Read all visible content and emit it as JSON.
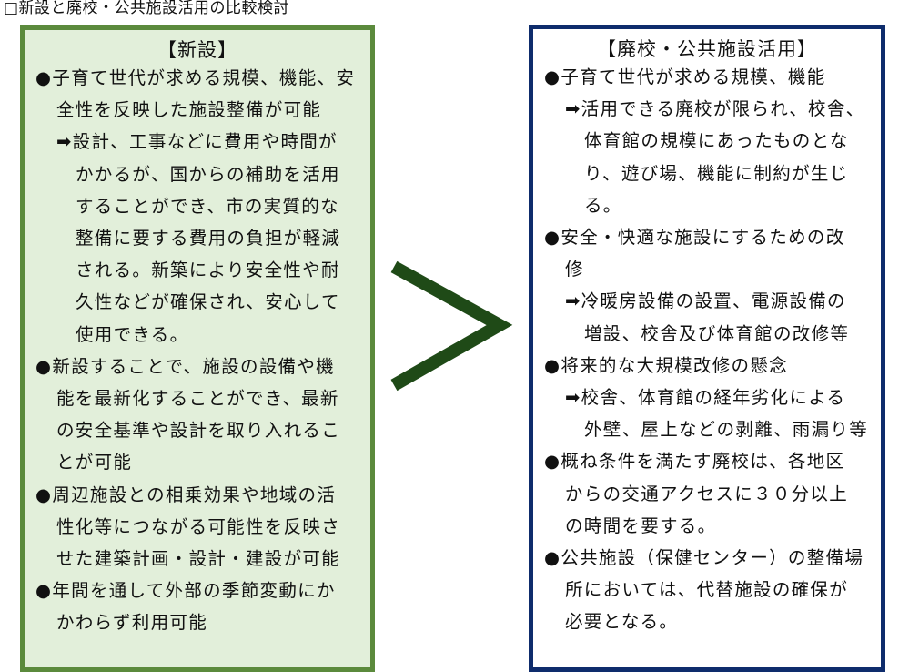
{
  "title": "□新設と廃校・公共施設活用の比較検討",
  "colors": {
    "left_border": "#5b8a3c",
    "left_bg": "#e2efda",
    "right_border": "#0e2c6c",
    "chevron": "#1f4a17"
  },
  "comparison_symbol": ">",
  "left": {
    "header": "【新設】",
    "lines": [
      {
        "t": "●子育て世代が求める規模、機能、安",
        "k": 0
      },
      {
        "t": "全性を反映した施設整備が可能",
        "k": 1
      },
      {
        "t": "➡設計、工事などに費用や時間が",
        "k": 2
      },
      {
        "t": "かかるが、国からの補助を活用",
        "k": 3
      },
      {
        "t": "することができ、市の実質的な",
        "k": 3
      },
      {
        "t": "整備に要する費用の負担が軽減",
        "k": 3
      },
      {
        "t": "される。新築により安全性や耐",
        "k": 3
      },
      {
        "t": "久性などが確保され、安心して",
        "k": 3
      },
      {
        "t": "使用できる。",
        "k": 3
      },
      {
        "t": "●新設することで、施設の設備や機",
        "k": 0
      },
      {
        "t": "能を最新化することができ、最新",
        "k": 1
      },
      {
        "t": "の安全基準や設計を取り入れるこ",
        "k": 1
      },
      {
        "t": "とが可能",
        "k": 1
      },
      {
        "t": "●周辺施設との相乗効果や地域の活",
        "k": 0
      },
      {
        "t": "性化等につながる可能性を反映さ",
        "k": 1
      },
      {
        "t": "せた建築計画・設計・建設が可能",
        "k": 1
      },
      {
        "t": "●年間を通して外部の季節変動にか",
        "k": 0
      },
      {
        "t": "かわらず利用可能",
        "k": 1
      }
    ]
  },
  "right": {
    "header": "【廃校・公共施設活用】",
    "lines": [
      {
        "t": "●子育て世代が求める規模、機能",
        "k": 0
      },
      {
        "t": "➡活用できる廃校が限られ、校舎、",
        "k": 2
      },
      {
        "t": "体育館の規模にあったものとな",
        "k": 3
      },
      {
        "t": "り、遊び場、機能に制約が生じ",
        "k": 3
      },
      {
        "t": "る。",
        "k": 3
      },
      {
        "t": "●安全・快適な施設にするための改",
        "k": 0
      },
      {
        "t": "修",
        "k": 1
      },
      {
        "t": "➡冷暖房設備の設置、電源設備の",
        "k": 2
      },
      {
        "t": "増設、校舎及び体育館の改修等",
        "k": 3
      },
      {
        "t": "●将来的な大規模改修の懸念",
        "k": 0
      },
      {
        "t": "➡校舎、体育館の経年劣化による",
        "k": 2
      },
      {
        "t": "外壁、屋上などの剥離、雨漏り等",
        "k": 3
      },
      {
        "t": "●概ね条件を満たす廃校は、各地区",
        "k": 0
      },
      {
        "t": "からの交通アクセスに３０分以上",
        "k": 1
      },
      {
        "t": "の時間を要する。",
        "k": 1
      },
      {
        "t": "●公共施設（保健センター）の整備場",
        "k": 0
      },
      {
        "t": "所においては、代替施設の確保が",
        "k": 1
      },
      {
        "t": "必要となる。",
        "k": 1
      }
    ]
  }
}
